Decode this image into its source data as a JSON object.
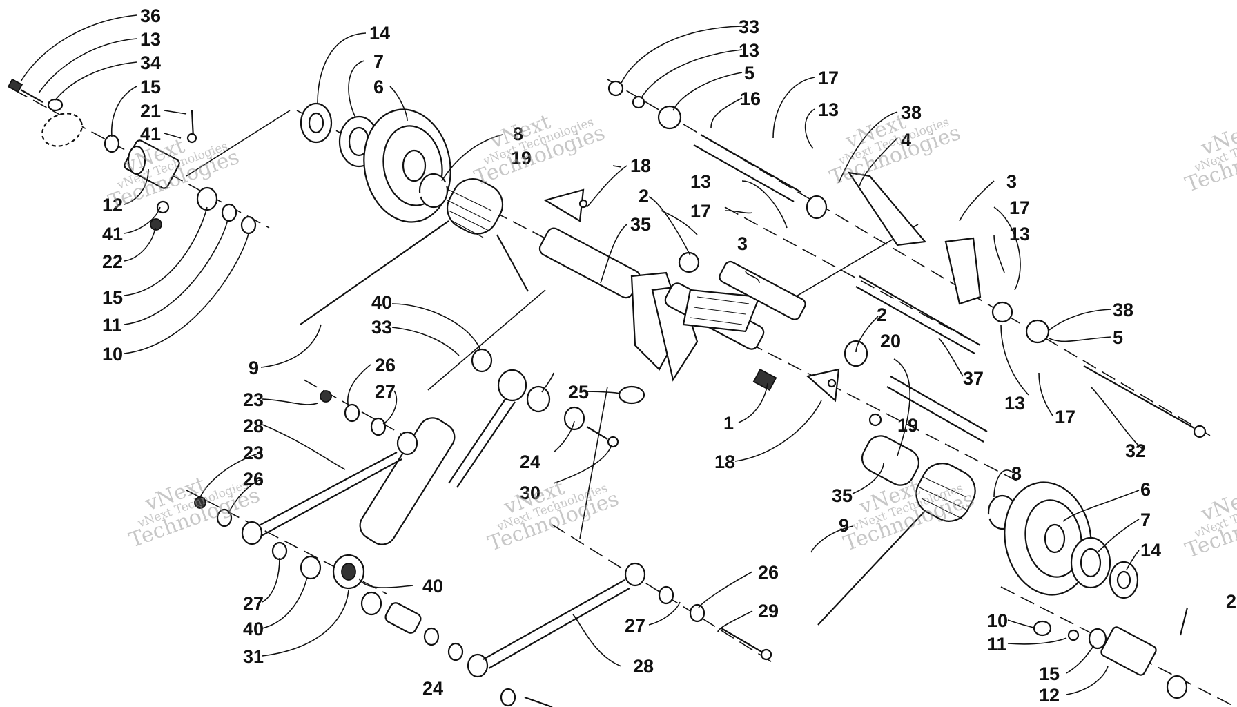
{
  "watermark": {
    "line1": "vNext",
    "line2": "vNext Technologies",
    "line3": "Technologies"
  },
  "callouts": [
    "36",
    "13",
    "34",
    "15",
    "21",
    "41",
    "12",
    "41",
    "22",
    "15",
    "11",
    "10",
    "14",
    "7",
    "6",
    "8",
    "19",
    "18",
    "35",
    "9",
    "40",
    "33",
    "23",
    "26",
    "27",
    "28",
    "23",
    "26",
    "27",
    "40",
    "31",
    "40",
    "24",
    "30",
    "25",
    "24",
    "33",
    "13",
    "5",
    "16",
    "17",
    "13",
    "38",
    "4",
    "13",
    "17",
    "3",
    "2",
    "3",
    "1",
    "18",
    "19",
    "2",
    "20",
    "37",
    "13",
    "17",
    "3",
    "17",
    "13",
    "38",
    "5",
    "32",
    "35",
    "8",
    "6",
    "9",
    "7",
    "14",
    "10",
    "11",
    "15",
    "12",
    "26",
    "27",
    "29",
    "28",
    "2"
  ]
}
